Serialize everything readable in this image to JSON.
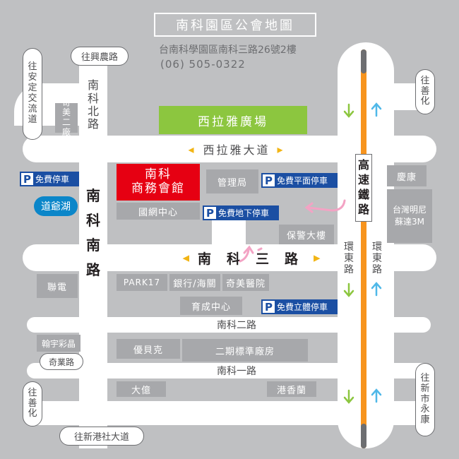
{
  "title": "南科園區公會地圖",
  "address": "台南科學園區南科三路26號2樓",
  "phone": "(06) 505-0322",
  "highlight": {
    "name_line1": "南科",
    "name_line2": "商務會館"
  },
  "landmark_plaza": "西拉雅廣場",
  "lake": "道爺湖",
  "highway": "高速鐵路",
  "roads": {
    "siraya": "西拉雅大道",
    "nanke_south": "南科南路",
    "nanke_north": "南科北路",
    "nanke3": "南科三路",
    "nanke2": "南科二路",
    "nanke1": "南科一路",
    "huandong_left": "環東路",
    "huandong_right": "環東路"
  },
  "directions": {
    "xingnong": "往興農路",
    "anding": "往安定交流道",
    "shanhua_ne": "往善化",
    "shanhua_w": "往善化",
    "xingang": "往新港社大道",
    "xinshi": "往新市永康",
    "qiye": "奇業路"
  },
  "buildings": {
    "chimei2": "奇美二廠",
    "management": "管理局",
    "guowang": "國網中心",
    "baojing": "保警大樓",
    "lianhua": "聯電",
    "park17": "PARK17",
    "bank": "銀行/海關",
    "chimei_hosp": "奇美醫院",
    "yucheng": "育成中心",
    "hanyu": "翰宇彩晶",
    "youbeike": "優貝克",
    "standard2": "二期標準廠房",
    "dayi": "大億",
    "ganghsiang": "港香蘭",
    "kangqing": "慶康",
    "taiwan_meiji": "台灣明尼蘇達3M"
  },
  "parking": {
    "p1": "免費停車",
    "p2": "免費平面停車",
    "p3": "免費地下停車",
    "p4": "免費立體停車",
    "p_symbol": "P"
  },
  "colors": {
    "background": "#bfc0c2",
    "road": "#ffffff",
    "block": "#a7a8ab",
    "highlight": "#e60012",
    "plaza": "#8cc63f",
    "parking": "#1b4fa3",
    "lake": "#0b86c9",
    "rail": "#f7941d",
    "arrow_yellow": "#f2b515",
    "arrow_green": "#8cc63f",
    "arrow_blue": "#4fb8e8",
    "arrow_pink": "#f3a3c4"
  }
}
